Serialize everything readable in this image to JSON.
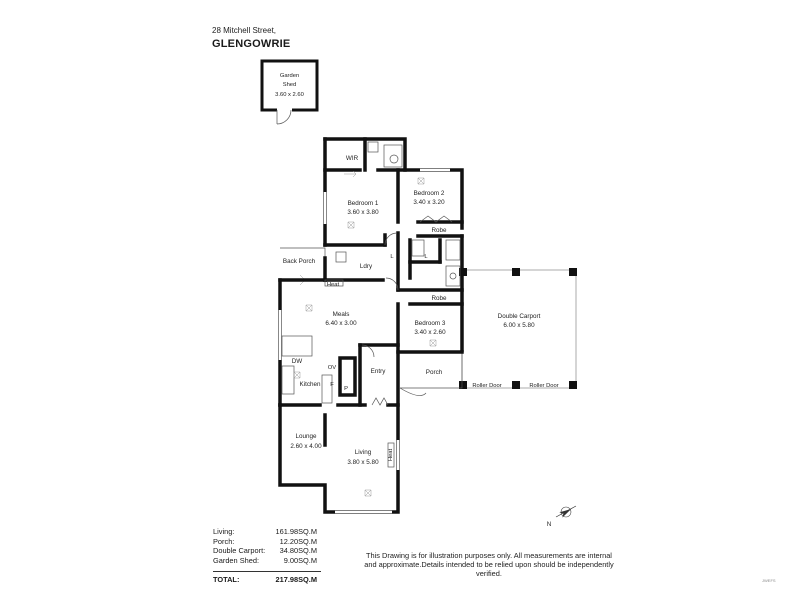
{
  "header": {
    "address": "28 Mitchell Street,",
    "suburb": "GLENGOWRIE"
  },
  "rooms": {
    "garden_shed": {
      "name1": "Garden",
      "name2": "Shed",
      "size": "3.60 x 2.60"
    },
    "wir": "WIR",
    "bedroom1": {
      "name": "Bedroom 1",
      "size": "3.60 x 3.80"
    },
    "bedroom2": {
      "name": "Bedroom 2",
      "size": "3.40 x 3.20"
    },
    "robe_upper": "Robe",
    "back_porch": "Back Porch",
    "ldry": "Ldry",
    "l_upper": "L",
    "l_right": "L",
    "heat_meals": "Heat",
    "meals": {
      "name": "Meals",
      "size": "6.40 x 3.00"
    },
    "robe_lower": "Robe",
    "bedroom3": {
      "name": "Bedroom 3",
      "size": "3.40 x 2.60"
    },
    "double_carport": {
      "name": "Double Carport",
      "size": "6.00 x 5.80"
    },
    "dw": "DW",
    "ov": "OV",
    "f": "F",
    "p": "P",
    "kitchen": "Kitchen",
    "entry": "Entry",
    "porch": "Porch",
    "roller_door_1": "Roller Door",
    "roller_door_2": "Roller Door",
    "lounge": {
      "name": "Lounge",
      "size": "2.60 x 4.00"
    },
    "living": {
      "name": "Living",
      "size": "3.80 x 5.80"
    },
    "heat_living": "Heat"
  },
  "compass": {
    "label": "N"
  },
  "areas": [
    {
      "label": "Living:",
      "value": "161.98SQ.M"
    },
    {
      "label": "Porch:",
      "value": "12.20SQ.M"
    },
    {
      "label": "Double Carport:",
      "value": "34.80SQ.M"
    },
    {
      "label": "Garden Shed:",
      "value": "9.00SQ.M"
    }
  ],
  "total": {
    "label": "TOTAL:",
    "value": "217.98SQ.M"
  },
  "disclaimer": "This Drawing is for illustration purposes only. All measurements are internal and approximate.Details intended to be relied upon should be independently verified.",
  "watermark": "JWEFS"
}
